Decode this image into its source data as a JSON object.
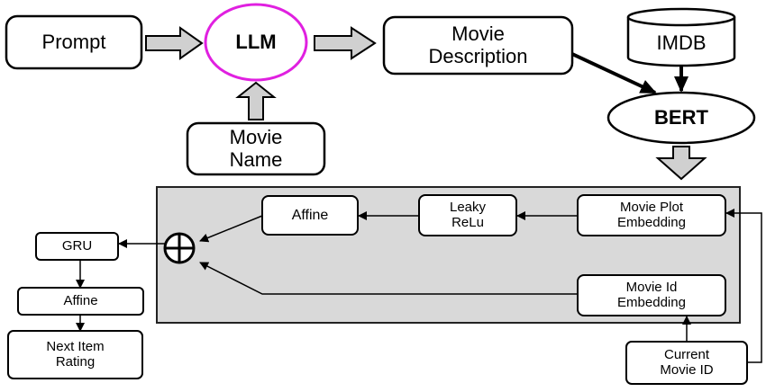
{
  "nodes": {
    "prompt": "Prompt",
    "llm": "LLM",
    "movie_name": [
      "Movie",
      "Name"
    ],
    "movie_description": [
      "Movie",
      "Description"
    ],
    "imdb": "IMDB",
    "bert": "BERT",
    "affine_top": "Affine",
    "leaky_relu": [
      "Leaky",
      "ReLu"
    ],
    "movie_plot_embedding": [
      "Movie Plot",
      "Embedding"
    ],
    "movie_id_embedding": [
      "Movie Id",
      "Embedding"
    ],
    "gru": "GRU",
    "affine_bottom": "Affine",
    "next_item_rating": [
      "Next Item",
      "Rating"
    ],
    "current_movie_id": [
      "Current",
      "Movie ID"
    ]
  },
  "colors": {
    "llm_outline": "#e020e0",
    "module_fill": "#d9d9d9",
    "block_arrow_fill": "#d0d0d0",
    "line": "#000000"
  },
  "icons": {
    "sum_operator": "circled-plus-icon"
  }
}
